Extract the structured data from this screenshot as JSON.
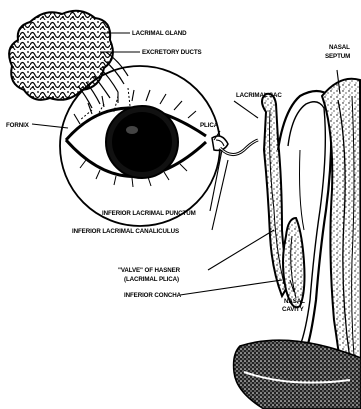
{
  "labels": {
    "lacrimal_gland": "LACRIMAL GLAND",
    "excretory_ducts": "EXCRETORY DUCTS",
    "nasal": "NASAL",
    "septum": "SEPTUM",
    "lacrimal_sac": "LACRIMAL SAC",
    "plica": "PLICA",
    "fornix": "FORNIX",
    "inferior_lacrimal_punctum": "INFERIOR LACRIMAL PUNCTUM",
    "inferior_lacrimal_canaliculus": "INFERIOR LACRIMAL CANALICULUS",
    "valve_of_hasner": "\"VALVE\" OF HASNER",
    "lacrimal_plica": "(LACRIMAL PLICA)",
    "inferior_concha": "INFERIOR CONCHA",
    "nasal_cavity_1": "NASAL",
    "nasal_cavity_2": "CAVITY"
  }
}
